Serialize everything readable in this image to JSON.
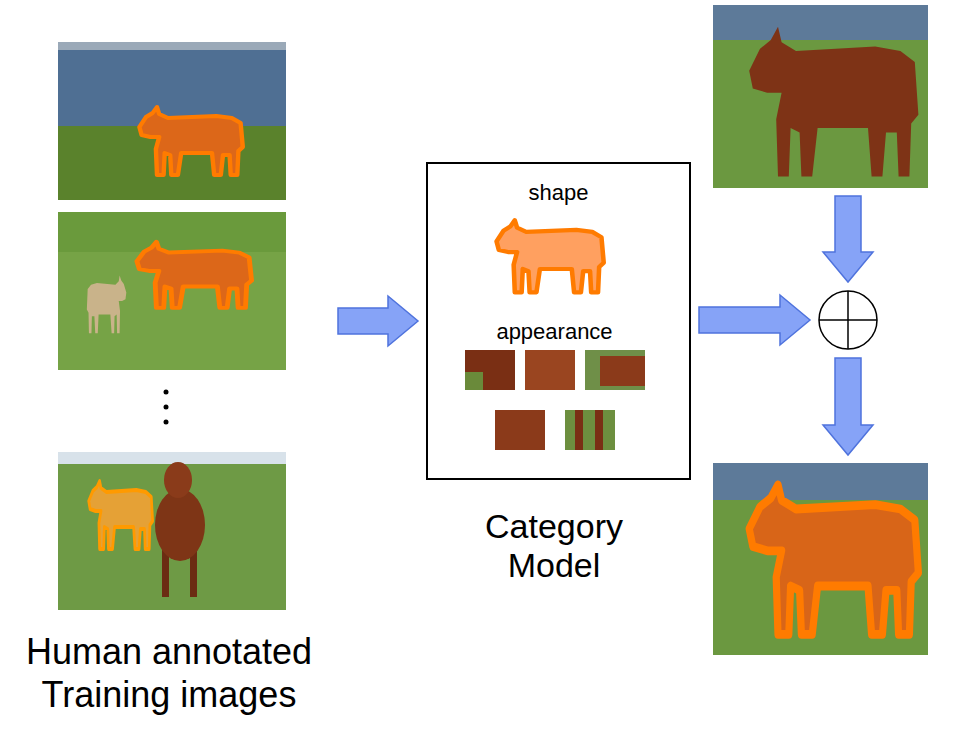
{
  "diagram": {
    "nodes": [
      {
        "text": [
          "Human annotated Training images"
        ]
      },
      {
        "text": [
          "shape",
          "appearance",
          "Category Model"
        ]
      },
      {
        "text": []
      },
      {
        "text": []
      },
      {
        "text": []
      }
    ],
    "edges": [
      {
        "from": 0,
        "to": 1,
        "arrow": "to"
      },
      {
        "from": 1,
        "to": 3,
        "arrow": "to"
      },
      {
        "from": 2,
        "to": 3,
        "arrow": "to"
      },
      {
        "from": 3,
        "to": 4,
        "arrow": "to"
      }
    ]
  }
}
